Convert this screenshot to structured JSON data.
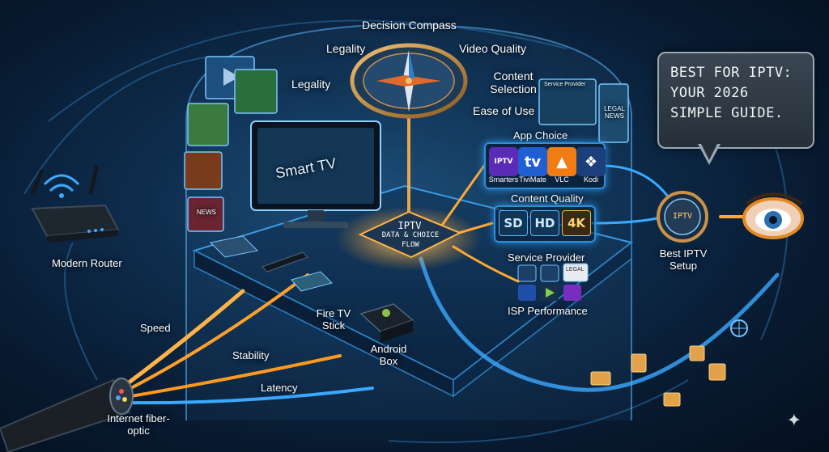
{
  "title": {
    "line1": "BEST FOR IPTV:",
    "line2": "YOUR 2026",
    "line3": "SIMPLE GUIDE."
  },
  "compass": {
    "label": "Decision Compass",
    "items": [
      "Legality",
      "Legality",
      "Video Quality",
      "Content Selection",
      "Ease of Use"
    ]
  },
  "screens": {
    "smart_tv": "Smart TV",
    "news": "NEWS",
    "legal_news": "LEGAL NEWS",
    "service_provider": "Service Provider"
  },
  "hub": {
    "line1": "IPTV",
    "line2": "DATA & CHOICE",
    "line3": "FLOW"
  },
  "app_choice": {
    "label": "App Choice",
    "apps": [
      {
        "name": "Smarters",
        "glyph": "IPTV",
        "color": "#5b2bb8"
      },
      {
        "name": "TiviMate",
        "glyph": "tv",
        "color": "#1f5fd1"
      },
      {
        "name": "VLC",
        "glyph": "▲",
        "color": "#f07c12"
      },
      {
        "name": "Kodi",
        "glyph": "❖",
        "color": "#1b3f7a"
      }
    ]
  },
  "content_quality": {
    "label": "Content Quality",
    "levels": [
      "SD",
      "HD",
      "4K"
    ]
  },
  "service_provider": {
    "label": "Service Provider",
    "legal_badge": "LEGAL"
  },
  "isp_performance": {
    "label": "ISP Performance"
  },
  "devices": {
    "router": "Modern Router",
    "fire_stick": "Fire TV Stick",
    "android_box": "Android Box",
    "cable": "Internet fiber-optic"
  },
  "metrics": {
    "speed": "Speed",
    "stability": "Stability",
    "latency": "Latency"
  },
  "best_setup": {
    "badge": "IPTV",
    "label": "Best IPTV Setup"
  },
  "colors": {
    "orange": "#f5a53a",
    "blue": "#39a6ff",
    "panel": "#0f3557"
  }
}
